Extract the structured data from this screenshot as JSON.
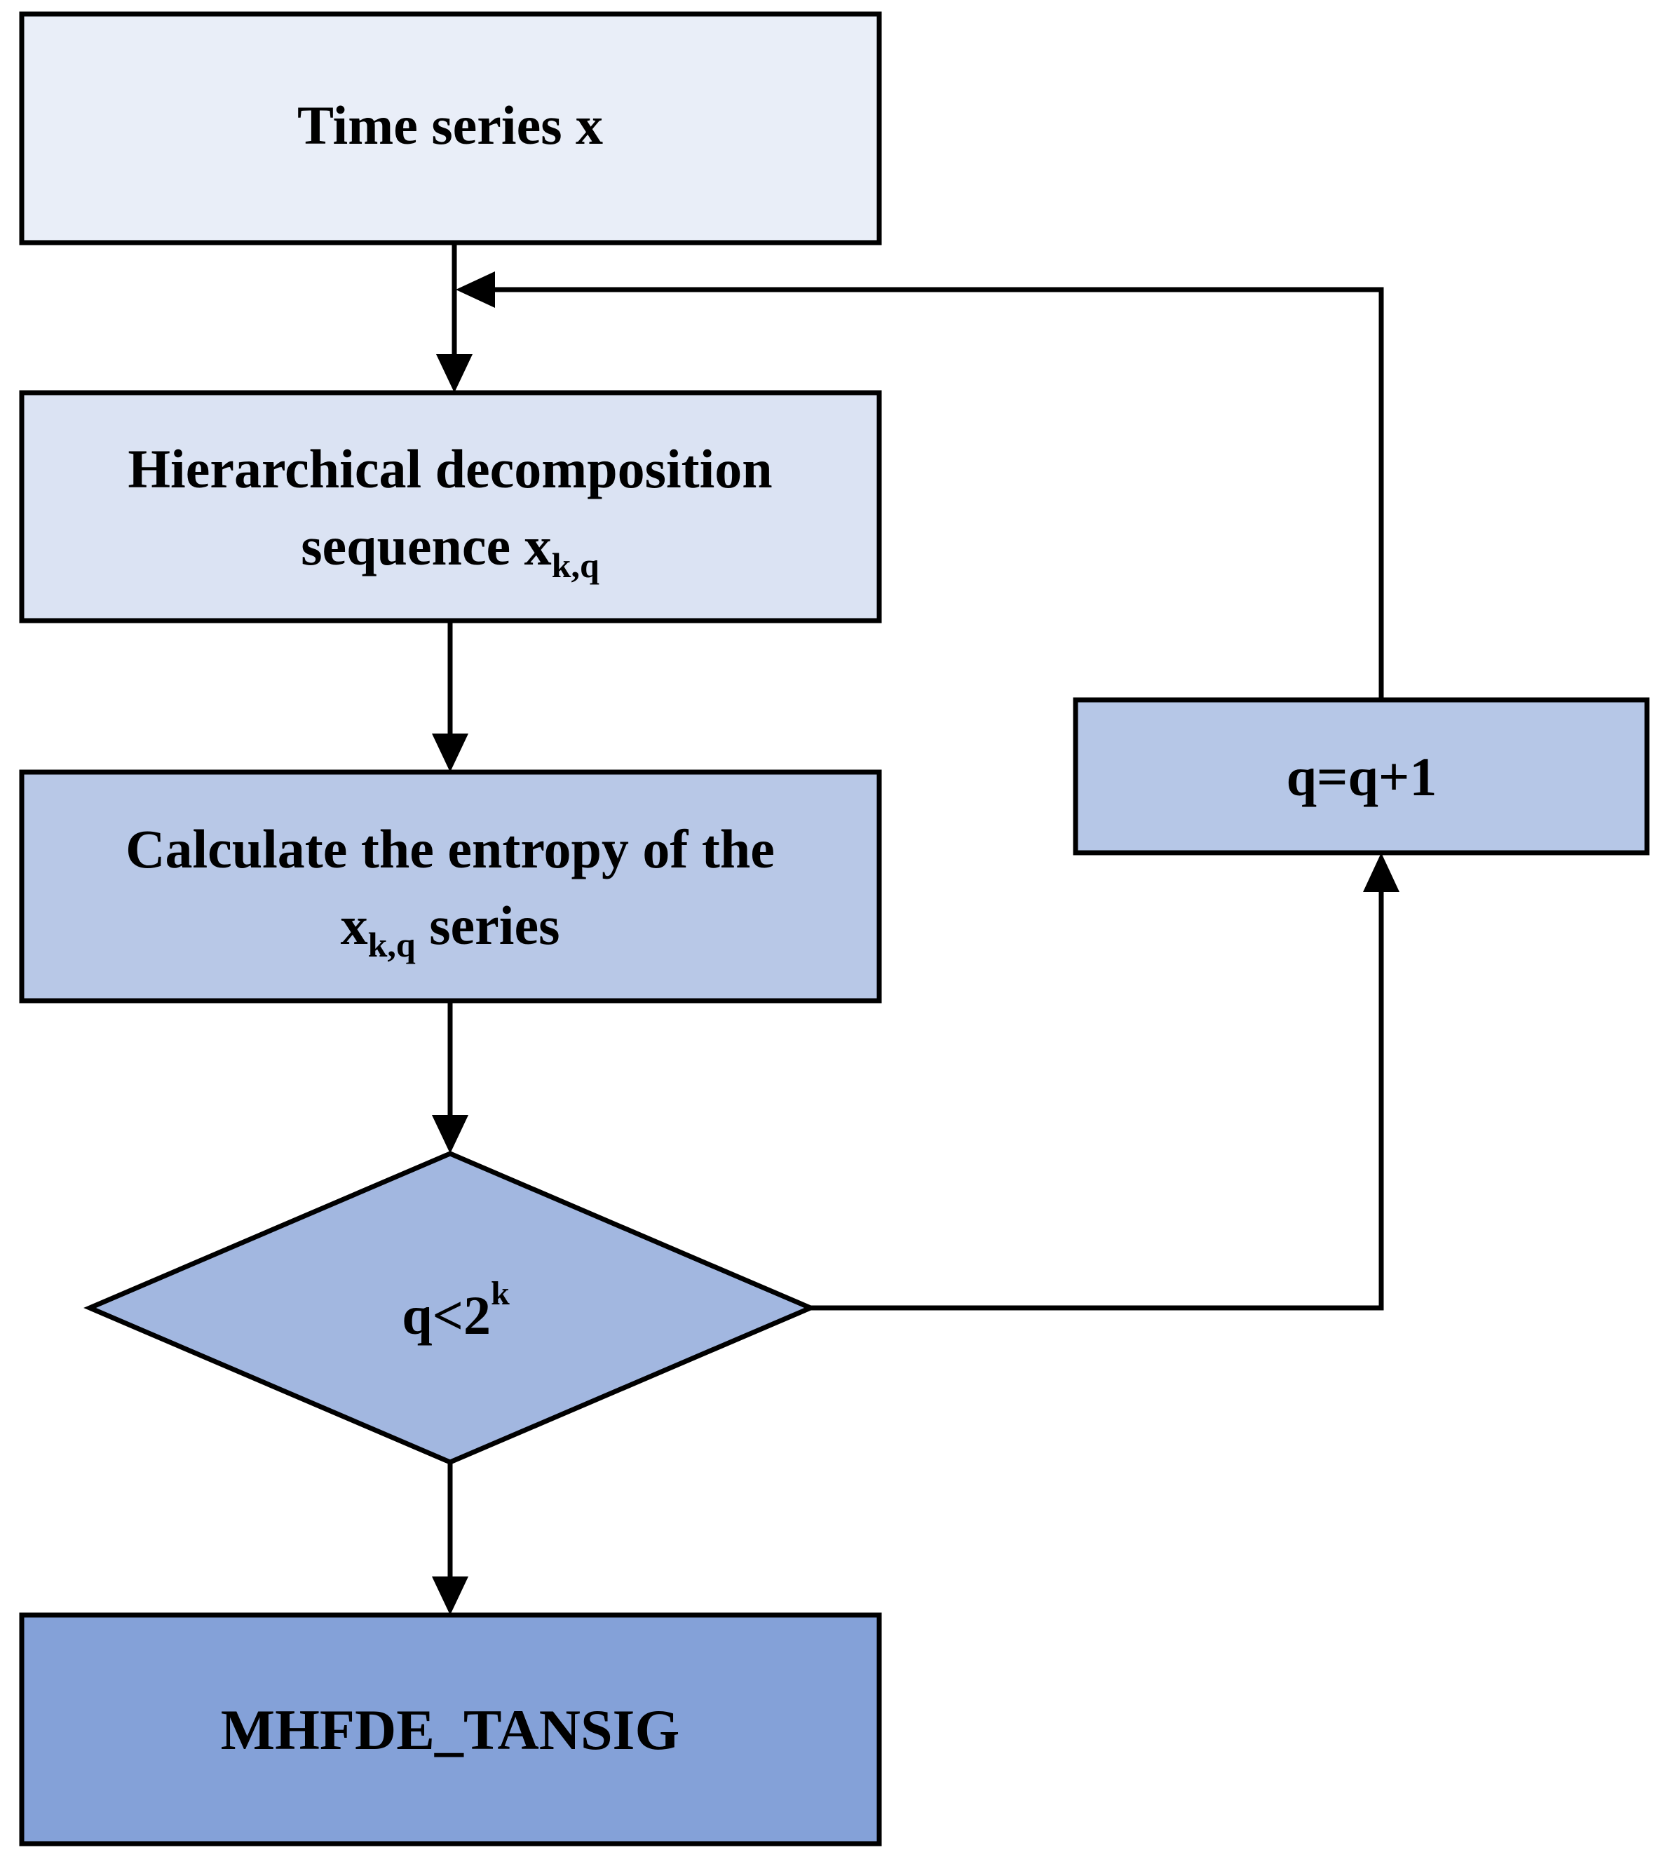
{
  "diagram": {
    "nodes": {
      "input": {
        "line1": "Time series x"
      },
      "decompose": {
        "line1": "Hierarchical decomposition",
        "line2_prefix": "sequence x",
        "line2_sub": "k,q"
      },
      "entropy": {
        "line1": "Calculate the entropy of the",
        "line2_base": "x",
        "line2_sub": "k,q",
        "line2_suffix": " series"
      },
      "condition": {
        "base": "q<2",
        "sup": "k"
      },
      "increment": {
        "line1": "q=q+1"
      },
      "output": {
        "line1": "MHFDE_TANSIG"
      }
    },
    "colors": {
      "input": "#e9eef8",
      "decompose": "#dbe3f3",
      "entropy": "#b8c8e7",
      "condition": "#a2b7e0",
      "increment": "#b6c7e7",
      "output": "#84a1d8"
    }
  }
}
